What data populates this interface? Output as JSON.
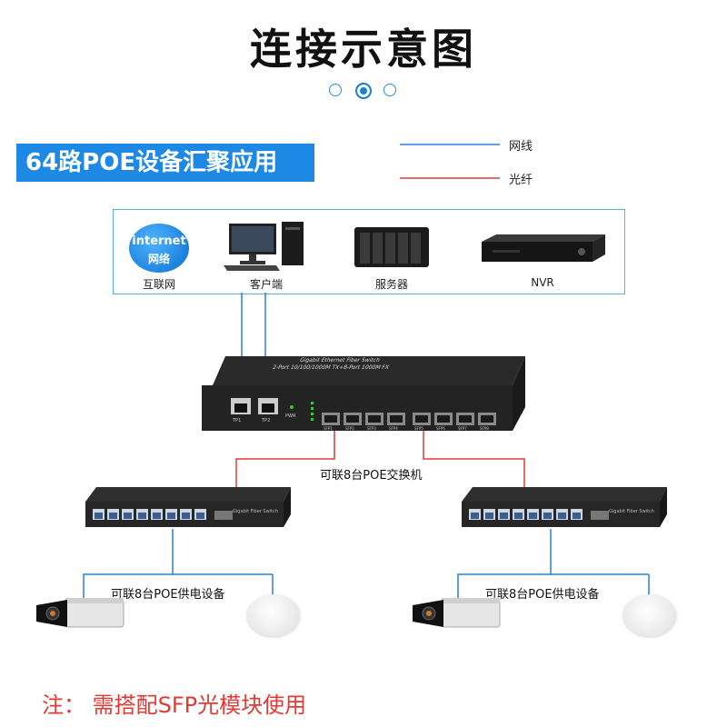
{
  "title": "连接示意图",
  "pager": {
    "count": 3,
    "active": 1
  },
  "banner": "64路POE设备汇聚应用",
  "legend": {
    "network_line": {
      "label": "网线",
      "color": "#2a7fe0"
    },
    "fiber_line": {
      "label": "光纤",
      "color": "#e53935"
    }
  },
  "top_devices": {
    "internet": {
      "badge_line1": "internet",
      "badge_line2": "网络",
      "label": "互联网"
    },
    "client": {
      "label": "客户端"
    },
    "server": {
      "label": "服务器"
    },
    "nvr": {
      "label": "NVR"
    }
  },
  "main_switch": {
    "top_text_line1": "Gigabit Ethernet Fiber Switch",
    "top_text_line2": "2-Port 10/100/1000M TX+8-Port 1000M FX",
    "rj45_ports": [
      "TP1",
      "TP2"
    ],
    "pwr_label": "PWR",
    "sfp_ports": [
      "SFP1",
      "SFP2",
      "SFP3",
      "SFP4",
      "SFP5",
      "SFP6",
      "SFP7",
      "SFP8"
    ]
  },
  "cascade_caption": "可联8台POE交换机",
  "sub_switch": {
    "brand_text": "Gigabit Fiber Switch"
  },
  "poe_caption": "可联8台POE供电设备",
  "note": "注： 需搭配SFP光模块使用"
}
